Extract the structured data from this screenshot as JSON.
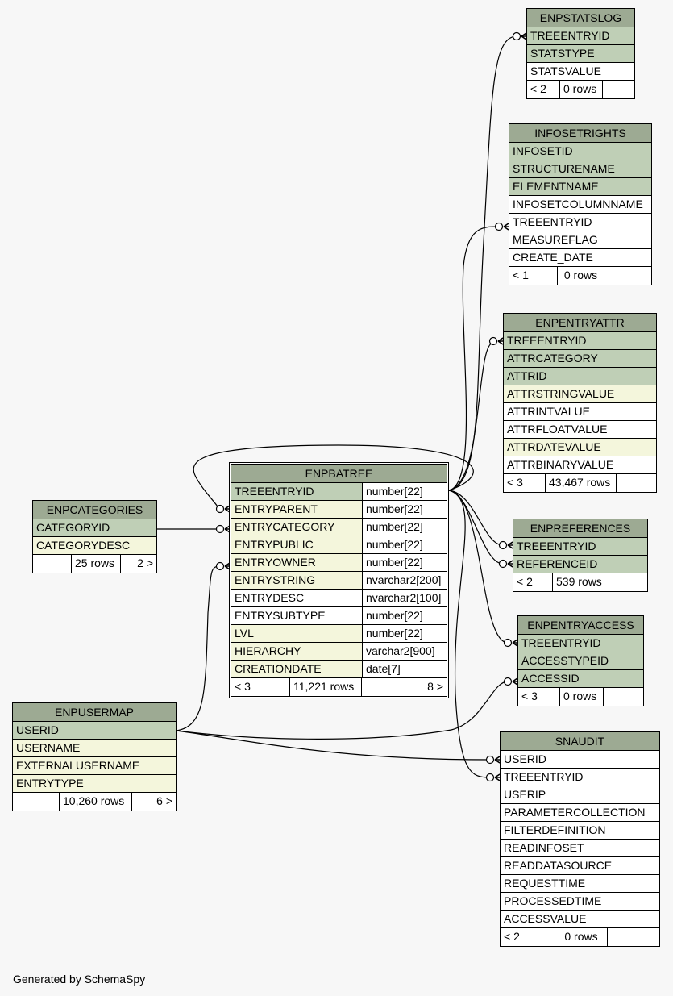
{
  "credit": "Generated by SchemaSpy",
  "tables": {
    "enpstatslog": {
      "name": "ENPSTATSLOG",
      "columns": [
        "TREEENTRYID",
        "STATSTYPE",
        "STATSVALUE"
      ],
      "footer": [
        "< 2",
        "0 rows",
        ""
      ]
    },
    "infosetrights": {
      "name": "INFOSETRIGHTS",
      "columns": [
        "INFOSETID",
        "STRUCTURENAME",
        "ELEMENTNAME",
        "INFOSETCOLUMNNAME",
        "TREEENTRYID",
        "MEASUREFLAG",
        "CREATE_DATE"
      ],
      "footer": [
        "< 1",
        "0 rows",
        ""
      ]
    },
    "enpentryattr": {
      "name": "ENPENTRYATTR",
      "columns": [
        "TREEENTRYID",
        "ATTRCATEGORY",
        "ATTRID",
        "ATTRSTRINGVALUE",
        "ATTRINTVALUE",
        "ATTRFLOATVALUE",
        "ATTRDATEVALUE",
        "ATTRBINARYVALUE"
      ],
      "footer": [
        "< 3",
        "43,467 rows",
        ""
      ]
    },
    "enpreferences": {
      "name": "ENPREFERENCES",
      "columns": [
        "TREEENTRYID",
        "REFERENCEID"
      ],
      "footer": [
        "< 2",
        "539 rows",
        ""
      ]
    },
    "enpentryaccess": {
      "name": "ENPENTRYACCESS",
      "columns": [
        "TREEENTRYID",
        "ACCESSTYPEID",
        "ACCESSID"
      ],
      "footer": [
        "< 3",
        "0 rows",
        ""
      ]
    },
    "snaudit": {
      "name": "SNAUDIT",
      "columns": [
        "USERID",
        "TREEENTRYID",
        "USERIP",
        "PARAMETERCOLLECTION",
        "FILTERDEFINITION",
        "READINFOSET",
        "READDATASOURCE",
        "REQUESTTIME",
        "PROCESSEDTIME",
        "ACCESSVALUE"
      ],
      "footer": [
        "< 2",
        "0 rows",
        ""
      ]
    },
    "enpcategories": {
      "name": "ENPCATEGORIES",
      "columns": [
        "CATEGORYID",
        "CATEGORYDESC"
      ],
      "footer": [
        "",
        "25 rows",
        "2 >"
      ]
    },
    "enpusermap": {
      "name": "ENPUSERMAP",
      "columns": [
        "USERID",
        "USERNAME",
        "EXTERNALUSERNAME",
        "ENTRYTYPE"
      ],
      "footer": [
        "",
        "10,260 rows",
        "6 >"
      ]
    },
    "enpbatree": {
      "name": "ENPBATREE",
      "columns": [
        "TREEENTRYID",
        "ENTRYPARENT",
        "ENTRYCATEGORY",
        "ENTRYPUBLIC",
        "ENTRYOWNER",
        "ENTRYSTRING",
        "ENTRYDESC",
        "ENTRYSUBTYPE",
        "LVL",
        "HIERARCHY",
        "CREATIONDATE"
      ],
      "types": [
        "number[22]",
        "number[22]",
        "number[22]",
        "number[22]",
        "number[22]",
        "nvarchar2[200]",
        "nvarchar2[100]",
        "number[22]",
        "number[22]",
        "varchar2[900]",
        "date[7]"
      ],
      "footer": [
        "< 3",
        "11,221 rows",
        "8 >"
      ]
    }
  },
  "colors": {
    "header": "#9daa93",
    "primary_key": "#bfcfb6",
    "indexed": "#f4f6dc",
    "plain": "#ffffff",
    "background": "#f7f7f7"
  }
}
